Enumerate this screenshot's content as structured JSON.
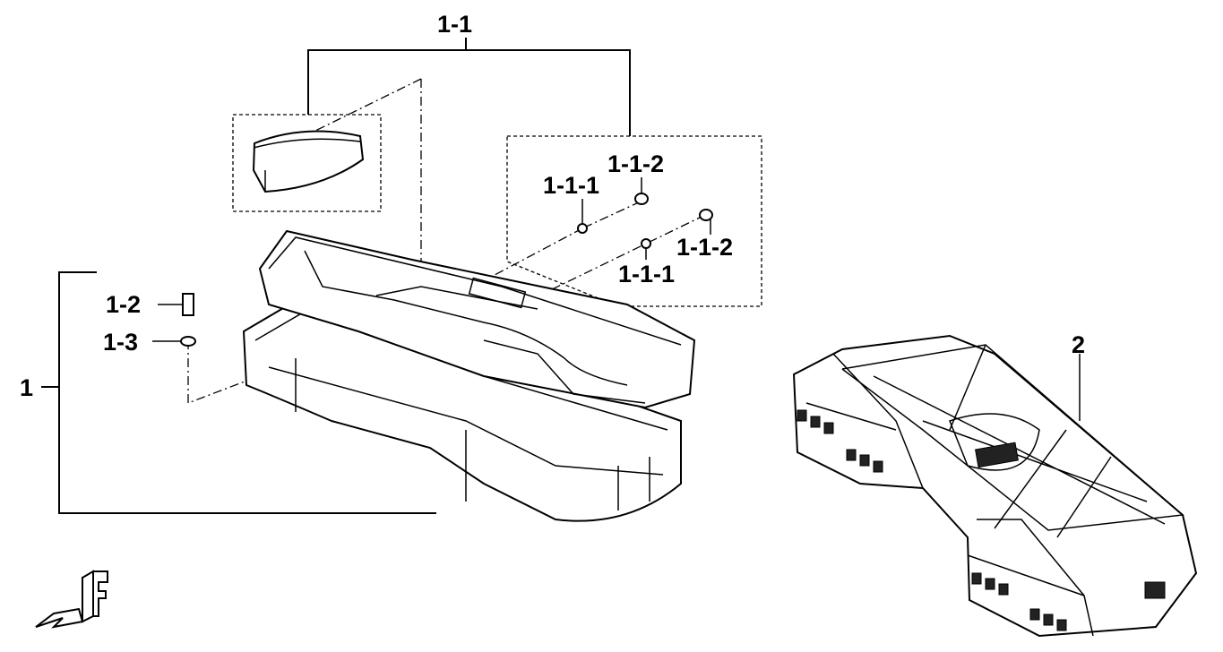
{
  "diagram": {
    "labels": {
      "assembly_1_1": "1-1",
      "part_1_1_2_top": "1-1-2",
      "part_1_1_1_top": "1-1-1",
      "part_1_1_2_bottom": "1-1-2",
      "part_1_1_1_bottom": "1-1-1",
      "part_1_2": "1-2",
      "part_1_3": "1-3",
      "assembly_1": "1",
      "part_2": "2"
    },
    "direction_indicator": {
      "letter": "F",
      "icon": "front-arrow-icon"
    }
  }
}
